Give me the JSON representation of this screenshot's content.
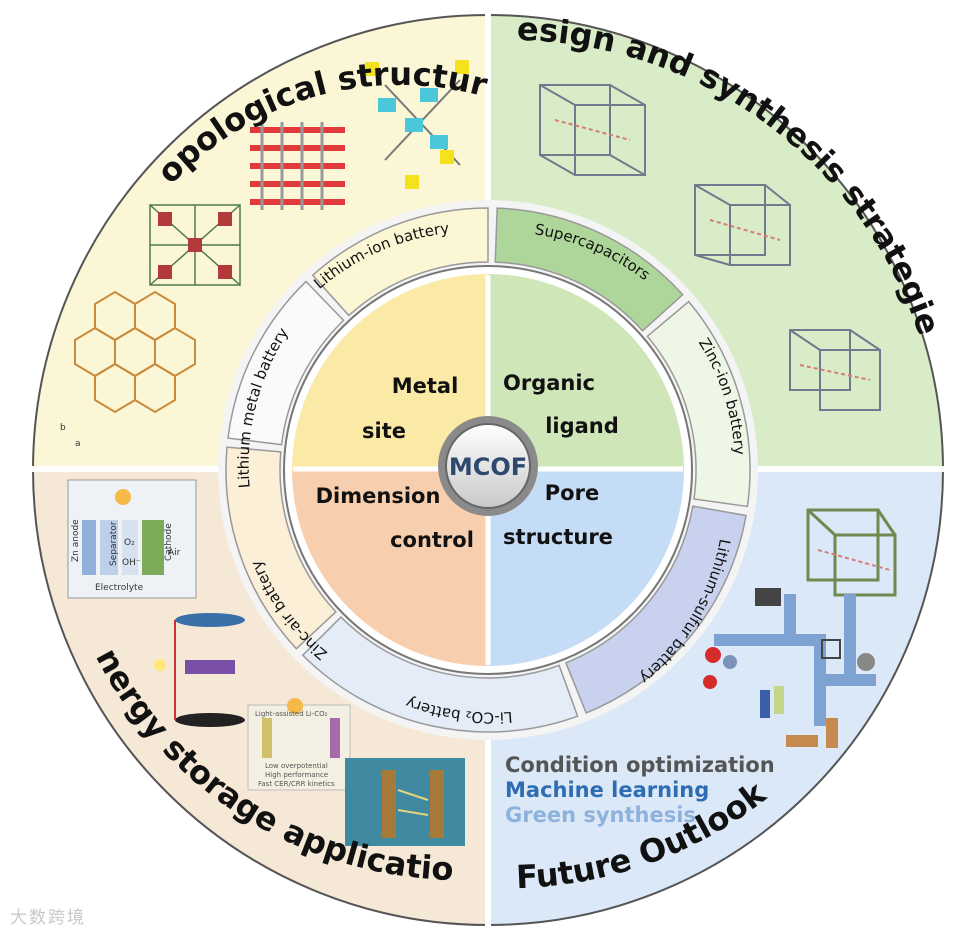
{
  "quadrants": {
    "topological": {
      "title": "Topological structure",
      "axis_b": "b",
      "axis_a": "a"
    },
    "design": {
      "title": "Design and synthesis strategies"
    },
    "energy": {
      "title": "Energy storage application",
      "inset1": {
        "anode": "Zn anode",
        "separator": "Separator",
        "o2": "O₂",
        "oh": "OH⁻",
        "cathode": "Cathode",
        "air": "Air",
        "electrolyte": "Electrolyte"
      },
      "inset2": {
        "l1": "Light-assisted Li-CO₂",
        "l2": "Low overpotential",
        "l3": "High performance",
        "l4": "Fast CER/CRR kinetics"
      }
    },
    "outlook": {
      "title": "Future Outlook",
      "lines": [
        "Condition optimization",
        "Machine learning",
        "Green synthesis"
      ]
    }
  },
  "ring": {
    "lithium_ion": "Lithium-ion battery",
    "supercapacitors": "Supercapacitors",
    "zinc_ion": "Zinc-ion battery",
    "lithium_sulfur": "Lithium-sulfur battery",
    "li_co2": "Li-CO₂ battery",
    "zinc_air": "Zinc-air battery",
    "lithium_metal": "Lithium metal battery"
  },
  "core": {
    "metal_site": [
      "Metal",
      "site"
    ],
    "organic_ligand": [
      "Organic",
      "ligand"
    ],
    "dimension_control": [
      "Dimension",
      "control"
    ],
    "pore_structure": [
      "Pore",
      "structure"
    ],
    "center": "MCOF"
  },
  "colors": {
    "topological": "#fbf7d6",
    "design": "#d8ecc8",
    "energy": "#f6e8d6",
    "outlook": "#dbe8f8",
    "metal_site": "#fbe9a6",
    "organic_ligand": "#cfe6b8",
    "dimension_control": "#f8cfae",
    "pore_structure": "#c5dcf6",
    "outlook_line1": "#555555",
    "outlook_line2": "#2f6db3",
    "outlook_line3": "#8fb2dd"
  },
  "watermark": "大数跨境"
}
